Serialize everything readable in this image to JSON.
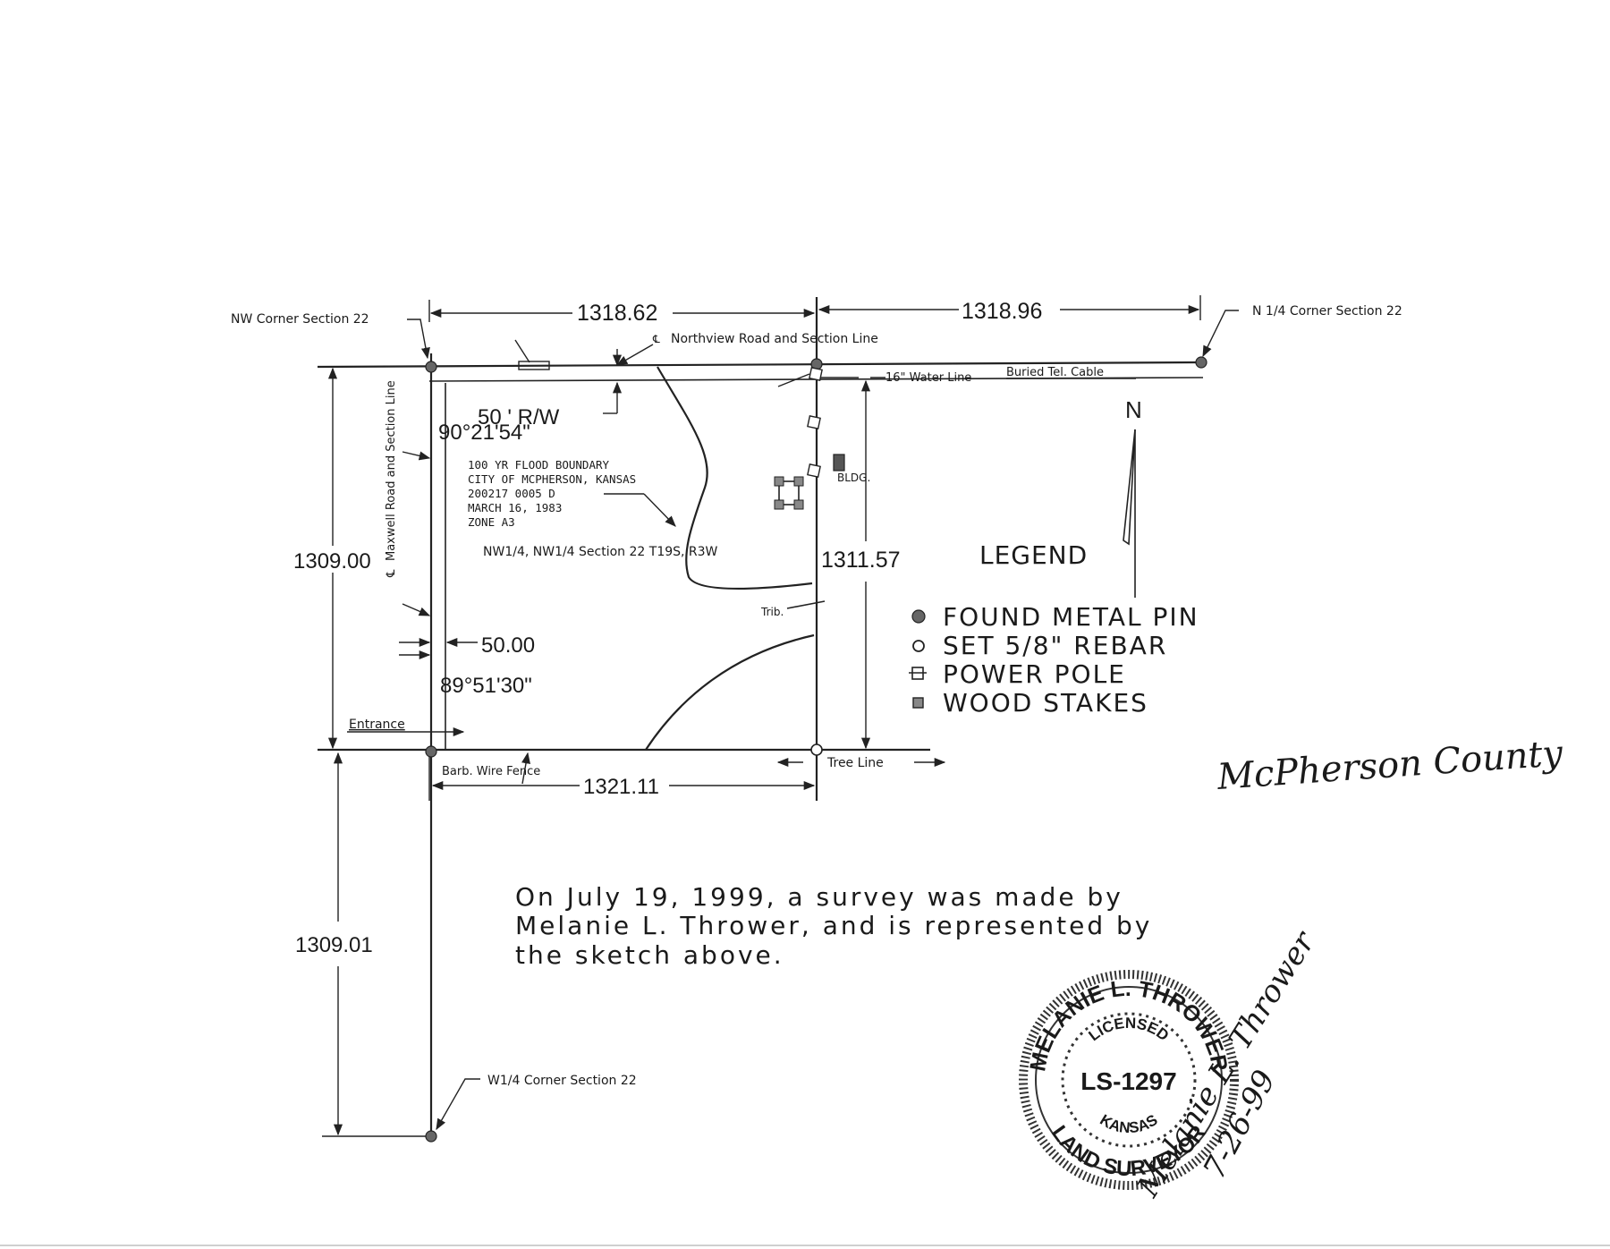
{
  "labels": {
    "nw_corner": "NW Corner Section 22",
    "n_quarter_corner": "N 1/4 Corner Section 22",
    "w_quarter_corner": "W1/4 Corner Section 22",
    "northview_road": "Northview Road and Section Line",
    "maxwell_road": "Maxwell Road and Section Line",
    "centerline_symbol": "℄",
    "water_line": "16\" Water Line",
    "tel_cable": "Buried Tel. Cable",
    "right_of_way": "50 ' R/W",
    "tract": "NW1/4, NW1/4 Section 22 T19S, R3W",
    "bldg": "BLDG.",
    "trib": "Trib.",
    "entrance": "Entrance",
    "barb_wire": "Barb. Wire Fence",
    "tree_line": "Tree Line",
    "north": "N"
  },
  "flood_note": [
    "100 YR FLOOD BOUNDARY",
    "CITY OF MCPHERSON, KANSAS",
    "200217 0005 D",
    "MARCH 16, 1983",
    "ZONE A3"
  ],
  "dimensions": {
    "top_left": "1318.62",
    "top_right": "1318.96",
    "left_upper": "1309.00",
    "left_lower": "1309.01",
    "right": "1311.57",
    "bottom": "1321.11",
    "offset": "50.00",
    "angle_top": "90°21'54\"",
    "angle_bottom": "89°51'30\""
  },
  "legend": {
    "title": "LEGEND",
    "items": [
      {
        "symbol": "found-metal-pin",
        "label": "FOUND METAL PIN"
      },
      {
        "symbol": "set-rebar",
        "label": "SET 5/8\" REBAR"
      },
      {
        "symbol": "power-pole",
        "label": "POWER POLE"
      },
      {
        "symbol": "wood-stakes",
        "label": "WOOD STAKES"
      }
    ]
  },
  "statement": [
    "On July 19, 1999, a survey was made by",
    "Melanie L. Thrower, and is represented by",
    "the sketch above."
  ],
  "county_note": "McPherson County",
  "seal": {
    "name": "MELANIE L. THROWER",
    "licensed": "LICENSED",
    "license_number": "LS-1297",
    "state": "KANSAS",
    "title": "LAND SURVEYOR"
  },
  "signature": {
    "name": "Melanie L. Thrower",
    "date": "7-26-99"
  },
  "colors": {
    "ink": "#222222",
    "pin": "#666666",
    "paper": "#ffffff"
  }
}
